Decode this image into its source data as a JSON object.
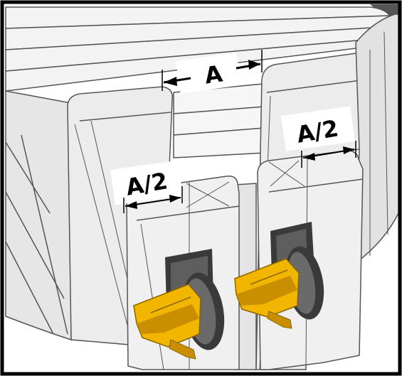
{
  "labels": {
    "top_dimension": "A",
    "left_half_dimension": "A/2",
    "right_half_dimension": "A/2"
  },
  "colors": {
    "frame": "#000000",
    "panel": "#eeeeee",
    "panel_shade": "#dcdcdc",
    "panel_dark": "#c8c8c8",
    "line": "#555555",
    "clip_yellow": "#f2b500",
    "clip_yellow_dark": "#c98f00",
    "clip_dark": "#3a3a3a",
    "clip_mid": "#5e5e5e"
  }
}
